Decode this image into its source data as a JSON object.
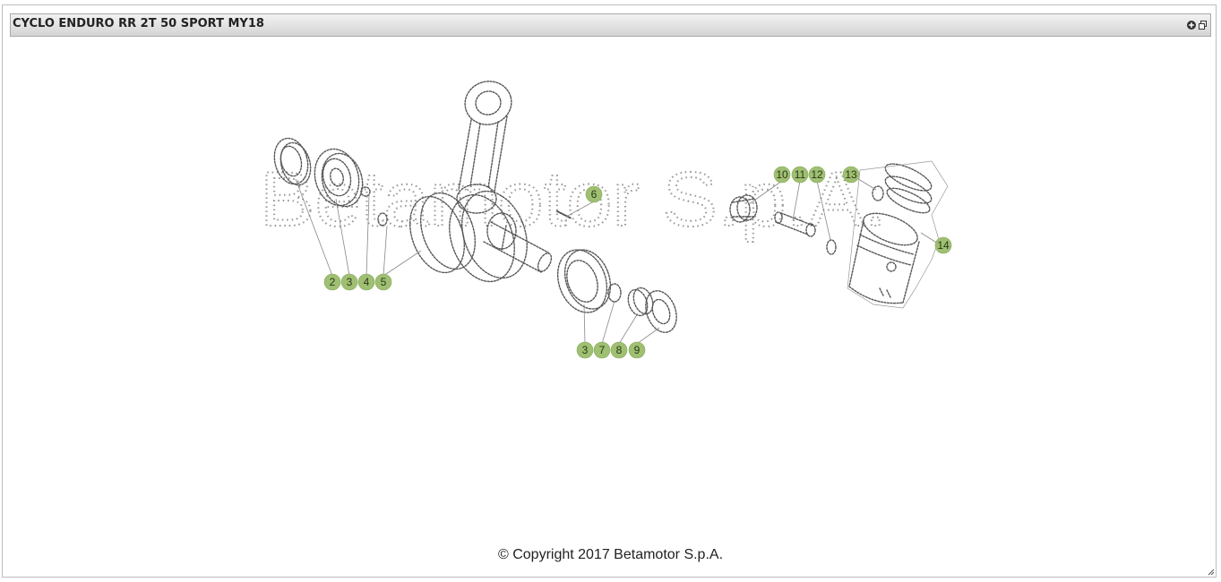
{
  "panel": {
    "title": "CYCLO ENDURO RR 2T 50 SPORT MY18",
    "controls": [
      {
        "icon": "expand-icon"
      },
      {
        "icon": "window-icon"
      }
    ]
  },
  "diagram": {
    "watermark": "Betamotor S.p.A.",
    "callouts": [
      {
        "label": "2"
      },
      {
        "label": "3"
      },
      {
        "label": "4"
      },
      {
        "label": "5"
      },
      {
        "label": "6"
      },
      {
        "label": "3"
      },
      {
        "label": "7"
      },
      {
        "label": "8"
      },
      {
        "label": "9"
      },
      {
        "label": "10"
      },
      {
        "label": "11"
      },
      {
        "label": "12"
      },
      {
        "label": "13"
      },
      {
        "label": "14"
      }
    ]
  },
  "footer": {
    "copyright": "© Copyright 2017 Betamotor S.p.A."
  },
  "colors": {
    "badge_fill": "#9fbf72",
    "titlebar_gradient_top": "#f2f2f2",
    "titlebar_gradient_bottom": "#d4d4d4",
    "line_art": "#555555"
  }
}
